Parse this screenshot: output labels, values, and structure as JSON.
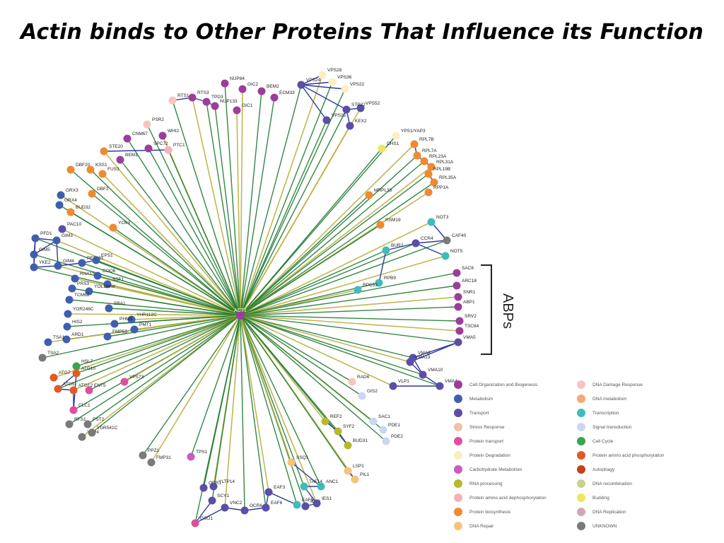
{
  "title": "Actin binds to Other Proteins That Influence its Function",
  "bracket_label": "ABPs",
  "hub": {
    "label": "ACT1",
    "category": "Cell Organization and Biogenesis"
  },
  "edge_colors": {
    "green": "#1e7a30",
    "olive": "#b8b040"
  },
  "categories": [
    {
      "name": "Cell Organization and Biogenesis",
      "color": "#9c3d9c"
    },
    {
      "name": "Metabolism",
      "color": "#3f5fae"
    },
    {
      "name": "Transport",
      "color": "#5a4ea8"
    },
    {
      "name": "Stress Response",
      "color": "#f0c0a8"
    },
    {
      "name": "Protein transport",
      "color": "#dd4f9c"
    },
    {
      "name": "Protein Degradation",
      "color": "#fbefc2"
    },
    {
      "name": "Carbohydrate Metabolism",
      "color": "#c65cc0"
    },
    {
      "name": "RNA processing",
      "color": "#b7b82b"
    },
    {
      "name": "Protein amino acid dephosphorylation",
      "color": "#f5b0bc"
    },
    {
      "name": "Protein biosynthesis",
      "color": "#ef8a2e"
    },
    {
      "name": "DNA Repair",
      "color": "#f5c37a"
    },
    {
      "name": "DNA Damage Response",
      "color": "#f7c5c0"
    },
    {
      "name": "DNA metabolism",
      "color": "#f6a878"
    },
    {
      "name": "Transcription",
      "color": "#3fbcb8"
    },
    {
      "name": "Signal transduction",
      "color": "#c9d8ef"
    },
    {
      "name": "Cell Cycle",
      "color": "#3ca34a"
    },
    {
      "name": "Protein amino acid phosphorylation",
      "color": "#e25a26"
    },
    {
      "name": "Autophagy",
      "color": "#c0431e"
    },
    {
      "name": "DNA recombination",
      "color": "#c8d48c"
    },
    {
      "name": "Budding",
      "color": "#ede85c"
    },
    {
      "name": "DNA Replication",
      "color": "#d0a8b0"
    },
    {
      "name": "UNKNOWN",
      "color": "#7a7a7a"
    }
  ],
  "nodes": [
    {
      "label": "NUP84",
      "cat": 0
    },
    {
      "label": "GIC2",
      "cat": 0
    },
    {
      "label": "BEM2",
      "cat": 0
    },
    {
      "label": "RTS1",
      "cat": 11
    },
    {
      "label": "RTS3",
      "cat": 0
    },
    {
      "label": "TPD3",
      "cat": 0
    },
    {
      "label": "NUP133",
      "cat": 0
    },
    {
      "label": "GIC1",
      "cat": 0
    },
    {
      "label": "ECM33",
      "cat": 0
    },
    {
      "label": "VPS24",
      "cat": 2
    },
    {
      "label": "VPS28",
      "cat": 5
    },
    {
      "label": "VPS36",
      "cat": 5
    },
    {
      "label": "VPS22",
      "cat": 5
    },
    {
      "label": "VPS52",
      "cat": 2
    },
    {
      "label": "STP22",
      "cat": 2
    },
    {
      "label": "VPS25",
      "cat": 2
    },
    {
      "label": "KEX2",
      "cat": 2
    },
    {
      "label": "PSR2",
      "cat": 11
    },
    {
      "label": "CNM67",
      "cat": 0
    },
    {
      "label": "WHI2",
      "cat": 0
    },
    {
      "label": "SPC72",
      "cat": 0
    },
    {
      "label": "PTC1",
      "cat": 8
    },
    {
      "label": "STE20",
      "cat": 9
    },
    {
      "label": "BEM1",
      "cat": 0
    },
    {
      "label": "KSS1",
      "cat": 9
    },
    {
      "label": "FUS3",
      "cat": 9
    },
    {
      "label": "DBF20",
      "cat": 9
    },
    {
      "label": "DBF2",
      "cat": 9
    },
    {
      "label": "GRX3",
      "cat": 1
    },
    {
      "label": "GRX4",
      "cat": 1
    },
    {
      "label": "BUD32",
      "cat": 9
    },
    {
      "label": "PAC10",
      "cat": 2
    },
    {
      "label": "YCK3",
      "cat": 9
    },
    {
      "label": "PFD1",
      "cat": 1
    },
    {
      "label": "GIM3",
      "cat": 1
    },
    {
      "label": "GIM5",
      "cat": 1
    },
    {
      "label": "YKE2",
      "cat": 1
    },
    {
      "label": "GIM4",
      "cat": 1
    },
    {
      "label": "PET191",
      "cat": 1
    },
    {
      "label": "EPS1",
      "cat": 1
    },
    {
      "label": "RNA15",
      "cat": 1
    },
    {
      "label": "COQ6",
      "cat": 1
    },
    {
      "label": "PRS3",
      "cat": 1
    },
    {
      "label": "SSF1",
      "cat": 1
    },
    {
      "label": "YOL164W",
      "cat": 1
    },
    {
      "label": "TCM62",
      "cat": 1
    },
    {
      "label": "YOR246C",
      "cat": 1
    },
    {
      "label": "HIS2",
      "cat": 1
    },
    {
      "label": "ARD1",
      "cat": 1
    },
    {
      "label": "TSA1",
      "cat": 1
    },
    {
      "label": "TSA2",
      "cat": 21
    },
    {
      "label": "SBA1",
      "cat": 1
    },
    {
      "label": "YHR112C",
      "cat": 1
    },
    {
      "label": "PHM8",
      "cat": 1
    },
    {
      "label": "FMP53",
      "cat": 1
    },
    {
      "label": "PMT1",
      "cat": 1
    },
    {
      "label": "YPS1/YAP3",
      "cat": 5
    },
    {
      "label": "CHS1",
      "cat": 19
    },
    {
      "label": "RPL7B",
      "cat": 9
    },
    {
      "label": "RPL7A",
      "cat": 9
    },
    {
      "label": "RPL23A",
      "cat": 9
    },
    {
      "label": "RPL31A",
      "cat": 9
    },
    {
      "label": "RPL19B",
      "cat": 9
    },
    {
      "label": "RPL35A",
      "cat": 9
    },
    {
      "label": "RPP1A",
      "cat": 9
    },
    {
      "label": "MRPL33",
      "cat": 9
    },
    {
      "label": "RSM19",
      "cat": 9
    },
    {
      "label": "NOT3",
      "cat": 13
    },
    {
      "label": "CAF40",
      "cat": 21
    },
    {
      "label": "CCR4",
      "cat": 2
    },
    {
      "label": "NOT5",
      "cat": 13
    },
    {
      "label": "BUR2",
      "cat": 13
    },
    {
      "label": "RPB9",
      "cat": 13
    },
    {
      "label": "RPC53",
      "cat": 13
    },
    {
      "label": "SAC6",
      "cat": 0
    },
    {
      "label": "ARC18",
      "cat": 0
    },
    {
      "label": "SNR1",
      "cat": 0
    },
    {
      "label": "ABP1",
      "cat": 0
    },
    {
      "label": "SRV2",
      "cat": 0
    },
    {
      "label": "TSC84",
      "cat": 0
    },
    {
      "label": "VMA5",
      "cat": 2
    },
    {
      "label": "VMA8",
      "cat": 2
    },
    {
      "label": "VMA13",
      "cat": 2
    },
    {
      "label": "VMA10",
      "cat": 2
    },
    {
      "label": "VMA4",
      "cat": 2
    },
    {
      "label": "VLP1",
      "cat": 2
    },
    {
      "label": "RAD6",
      "cat": 11
    },
    {
      "label": "GIS2",
      "cat": 14
    },
    {
      "label": "SAC1",
      "cat": 14
    },
    {
      "label": "PDE1",
      "cat": 14
    },
    {
      "label": "PDE2",
      "cat": 14
    },
    {
      "label": "REF2",
      "cat": 7
    },
    {
      "label": "SYF2",
      "cat": 7
    },
    {
      "label": "BUD31",
      "cat": 7
    },
    {
      "label": "PIL1",
      "cat": 10
    },
    {
      "label": "LSP1",
      "cat": 10
    },
    {
      "label": "HSL7",
      "cat": 15
    },
    {
      "label": "ATG7",
      "cat": 16
    },
    {
      "label": "ATG10",
      "cat": 16
    },
    {
      "label": "ATG5",
      "cat": 16
    },
    {
      "label": "ATG12",
      "cat": 16
    },
    {
      "label": "CLC1",
      "cat": 4
    },
    {
      "label": "ENT5",
      "cat": 4
    },
    {
      "label": "VPS73",
      "cat": 4
    },
    {
      "label": "RFS1",
      "cat": 21
    },
    {
      "label": "PST2",
      "cat": 21
    },
    {
      "label": "YCP4",
      "cat": 21
    },
    {
      "label": "YDR541C",
      "cat": 21
    },
    {
      "label": "PPZ1",
      "cat": 21
    },
    {
      "label": "FMP31",
      "cat": 21
    },
    {
      "label": "TPS1",
      "cat": 6
    },
    {
      "label": "ODR1",
      "cat": 2
    },
    {
      "label": "YLTP14",
      "cat": 2
    },
    {
      "label": "SCY1",
      "cat": 2
    },
    {
      "label": "GSO1",
      "cat": 4
    },
    {
      "label": "VNC2",
      "cat": 2
    },
    {
      "label": "OCR6",
      "cat": 2
    },
    {
      "label": "EAF6",
      "cat": 2
    },
    {
      "label": "EAF3",
      "cat": 2
    },
    {
      "label": "EAF5",
      "cat": 13
    },
    {
      "label": "IES3",
      "cat": 2
    },
    {
      "label": "IES1",
      "cat": 2
    },
    {
      "label": "TAF14",
      "cat": 13
    },
    {
      "label": "ANC1",
      "cat": 13
    },
    {
      "label": "SSQ1",
      "cat": 10
    }
  ]
}
